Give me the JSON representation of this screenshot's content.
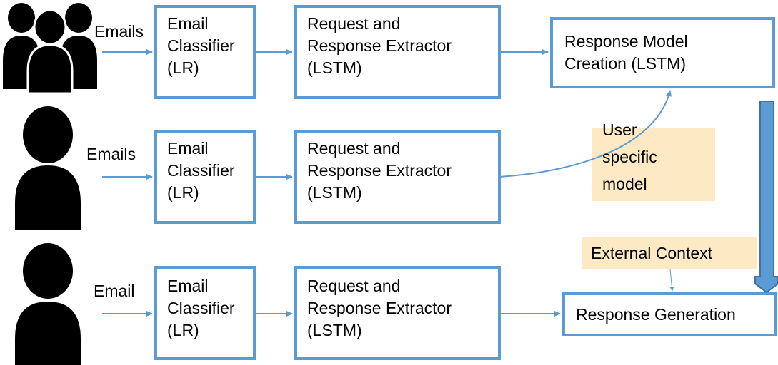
{
  "colors": {
    "box_border": "#5b9bd5",
    "arrow": "#5b9bd5",
    "big_arrow": "#5b9bd5",
    "big_arrow_border": "#41719c",
    "person": "#000000",
    "note_fill": "#fde9c3"
  },
  "icons": [
    "people-group-icon",
    "person-icon",
    "person-icon"
  ],
  "rows": [
    {
      "input_label": "Emails",
      "classifier": [
        "Email",
        "Classifier",
        "(LR)"
      ],
      "extractor": [
        "Request and",
        "Response Extractor",
        "(LSTM)"
      ]
    },
    {
      "input_label": "Emails",
      "classifier": [
        "Email",
        "Classifier",
        "(LR)"
      ],
      "extractor": [
        "Request and",
        "Response Extractor",
        "(LSTM)"
      ]
    },
    {
      "input_label": "Email",
      "classifier": [
        "Email",
        "Classifier",
        "(LR)"
      ],
      "extractor": [
        "Request and",
        "Response Extractor",
        "(LSTM)"
      ]
    }
  ],
  "response_model": [
    "Response Model",
    "Creation (LSTM)"
  ],
  "user_model": [
    "User",
    "specific",
    "model"
  ],
  "external_context": "External Context",
  "response_generation": "Response Generation"
}
